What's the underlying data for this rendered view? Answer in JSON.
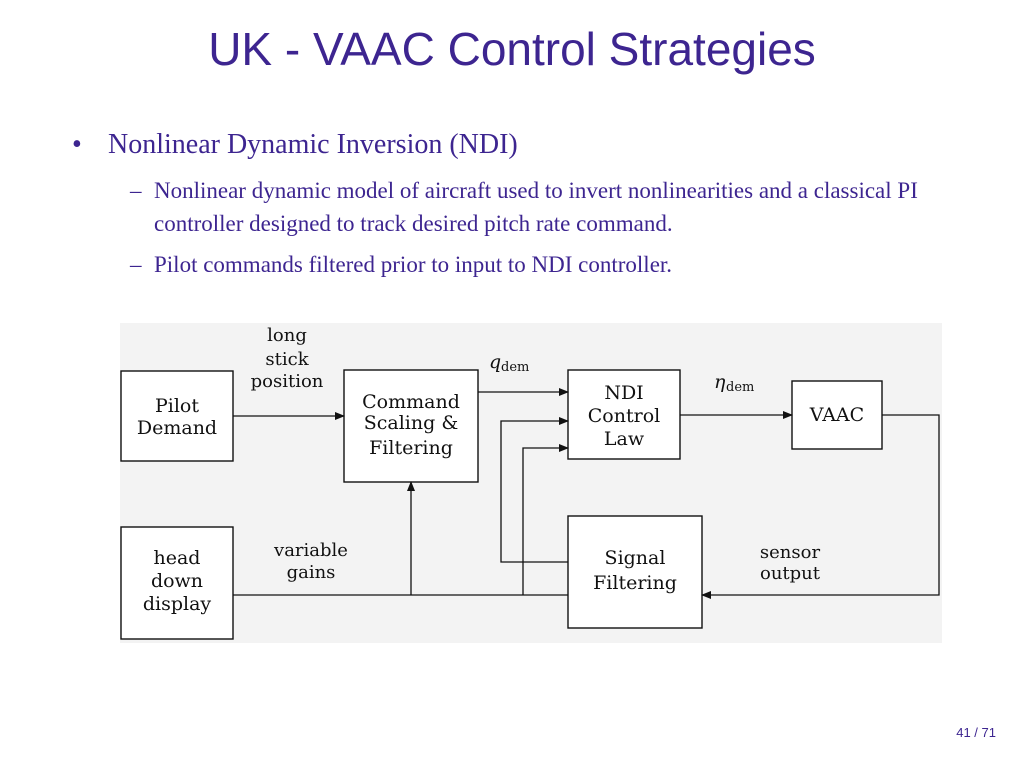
{
  "slide": {
    "title": "UK - VAAC Control Strategies",
    "bullet": {
      "marker": "•",
      "text": "Nonlinear Dynamic Inversion (NDI)",
      "subbullets": [
        {
          "marker": "–",
          "text": "Nonlinear dynamic model of aircraft used to invert nonlinearities and a classical PI controller designed to track desired pitch rate command."
        },
        {
          "marker": "–",
          "text": "Pilot commands filtered prior to input to NDI controller."
        }
      ]
    },
    "page_number": "41 / 71"
  },
  "diagram": {
    "blocks": {
      "pilot_demand": [
        "Pilot",
        "Demand"
      ],
      "command_scaling": [
        "Command",
        "Scaling &",
        "Filtering"
      ],
      "ndi_law": [
        "NDI",
        "Control",
        "Law"
      ],
      "vaac": [
        "VAAC"
      ],
      "head_down_display": [
        "head",
        "down",
        "display"
      ],
      "signal_filtering": [
        "Signal",
        "Filtering"
      ]
    },
    "labels": {
      "long_stick": [
        "long",
        "stick",
        "position"
      ],
      "q_dem_symbol": "q",
      "q_dem_sub": "dem",
      "eta_dem_symbol": "η",
      "eta_dem_sub": "dem",
      "variable_gains": [
        "variable",
        "gains"
      ],
      "sensor_output": [
        "sensor",
        "output"
      ]
    },
    "colors": {
      "background": "#f3f3f3",
      "line": "#111111",
      "block_fill": "#ffffff"
    }
  }
}
